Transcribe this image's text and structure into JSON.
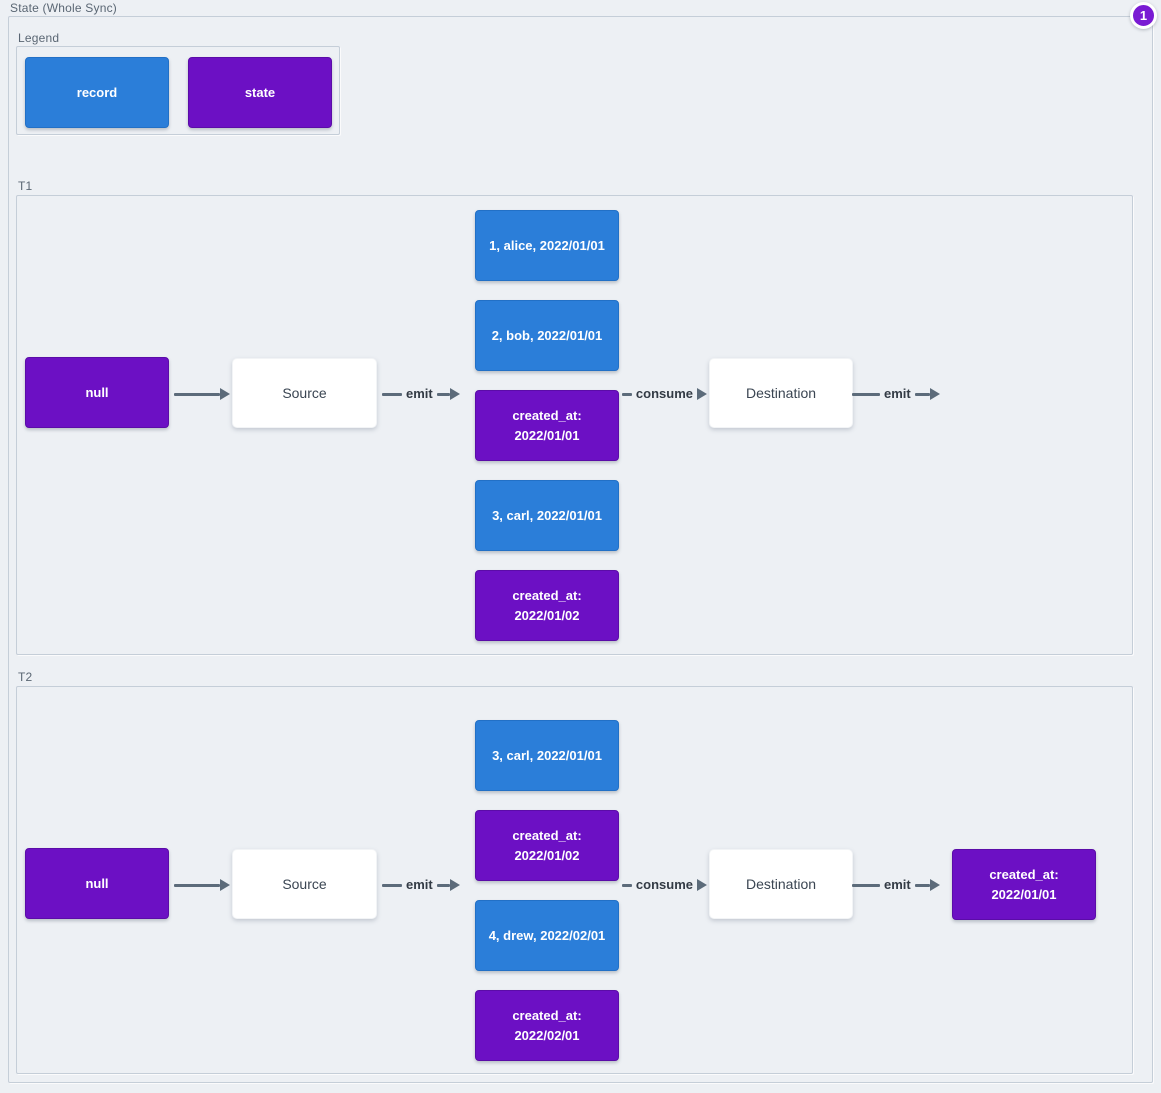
{
  "title": "State (Whole Sync)",
  "badge": {
    "value": "1"
  },
  "legend": {
    "label": "Legend",
    "record_label": "record",
    "state_label": "state"
  },
  "colors": {
    "record_blue": "#2b7ed9",
    "state_purple": "#6c10c4",
    "badge_purple": "#7a1bd3",
    "background": "#edf0f4",
    "arrow_gray": "#5c6b7a",
    "frame_border": "#c5ced8"
  },
  "sections": {
    "t1": {
      "label": "T1",
      "null_state": "null",
      "source": "Source",
      "destination": "Destination",
      "arrow_emit": "emit",
      "arrow_consume": "consume",
      "arrow_emit_out": "emit",
      "queue": [
        {
          "type": "record",
          "text": "1, alice, 2022/01/01"
        },
        {
          "type": "record",
          "text": "2, bob, 2022/01/01"
        },
        {
          "type": "state",
          "text": "created_at:\n2022/01/01"
        },
        {
          "type": "record",
          "text": "3, carl, 2022/01/01"
        },
        {
          "type": "state",
          "text": "created_at:\n2022/01/02"
        }
      ]
    },
    "t2": {
      "label": "T2",
      "null_state": "null",
      "source": "Source",
      "destination": "Destination",
      "arrow_emit": "emit",
      "arrow_consume": "consume",
      "arrow_emit_out": "emit",
      "queue": [
        {
          "type": "record",
          "text": "3, carl, 2022/01/01"
        },
        {
          "type": "state",
          "text": "created_at:\n2022/01/02"
        },
        {
          "type": "record",
          "text": "4, drew, 2022/02/01"
        },
        {
          "type": "state",
          "text": "created_at:\n2022/02/01"
        }
      ],
      "emitted_state": "created_at:\n2022/01/01"
    }
  }
}
